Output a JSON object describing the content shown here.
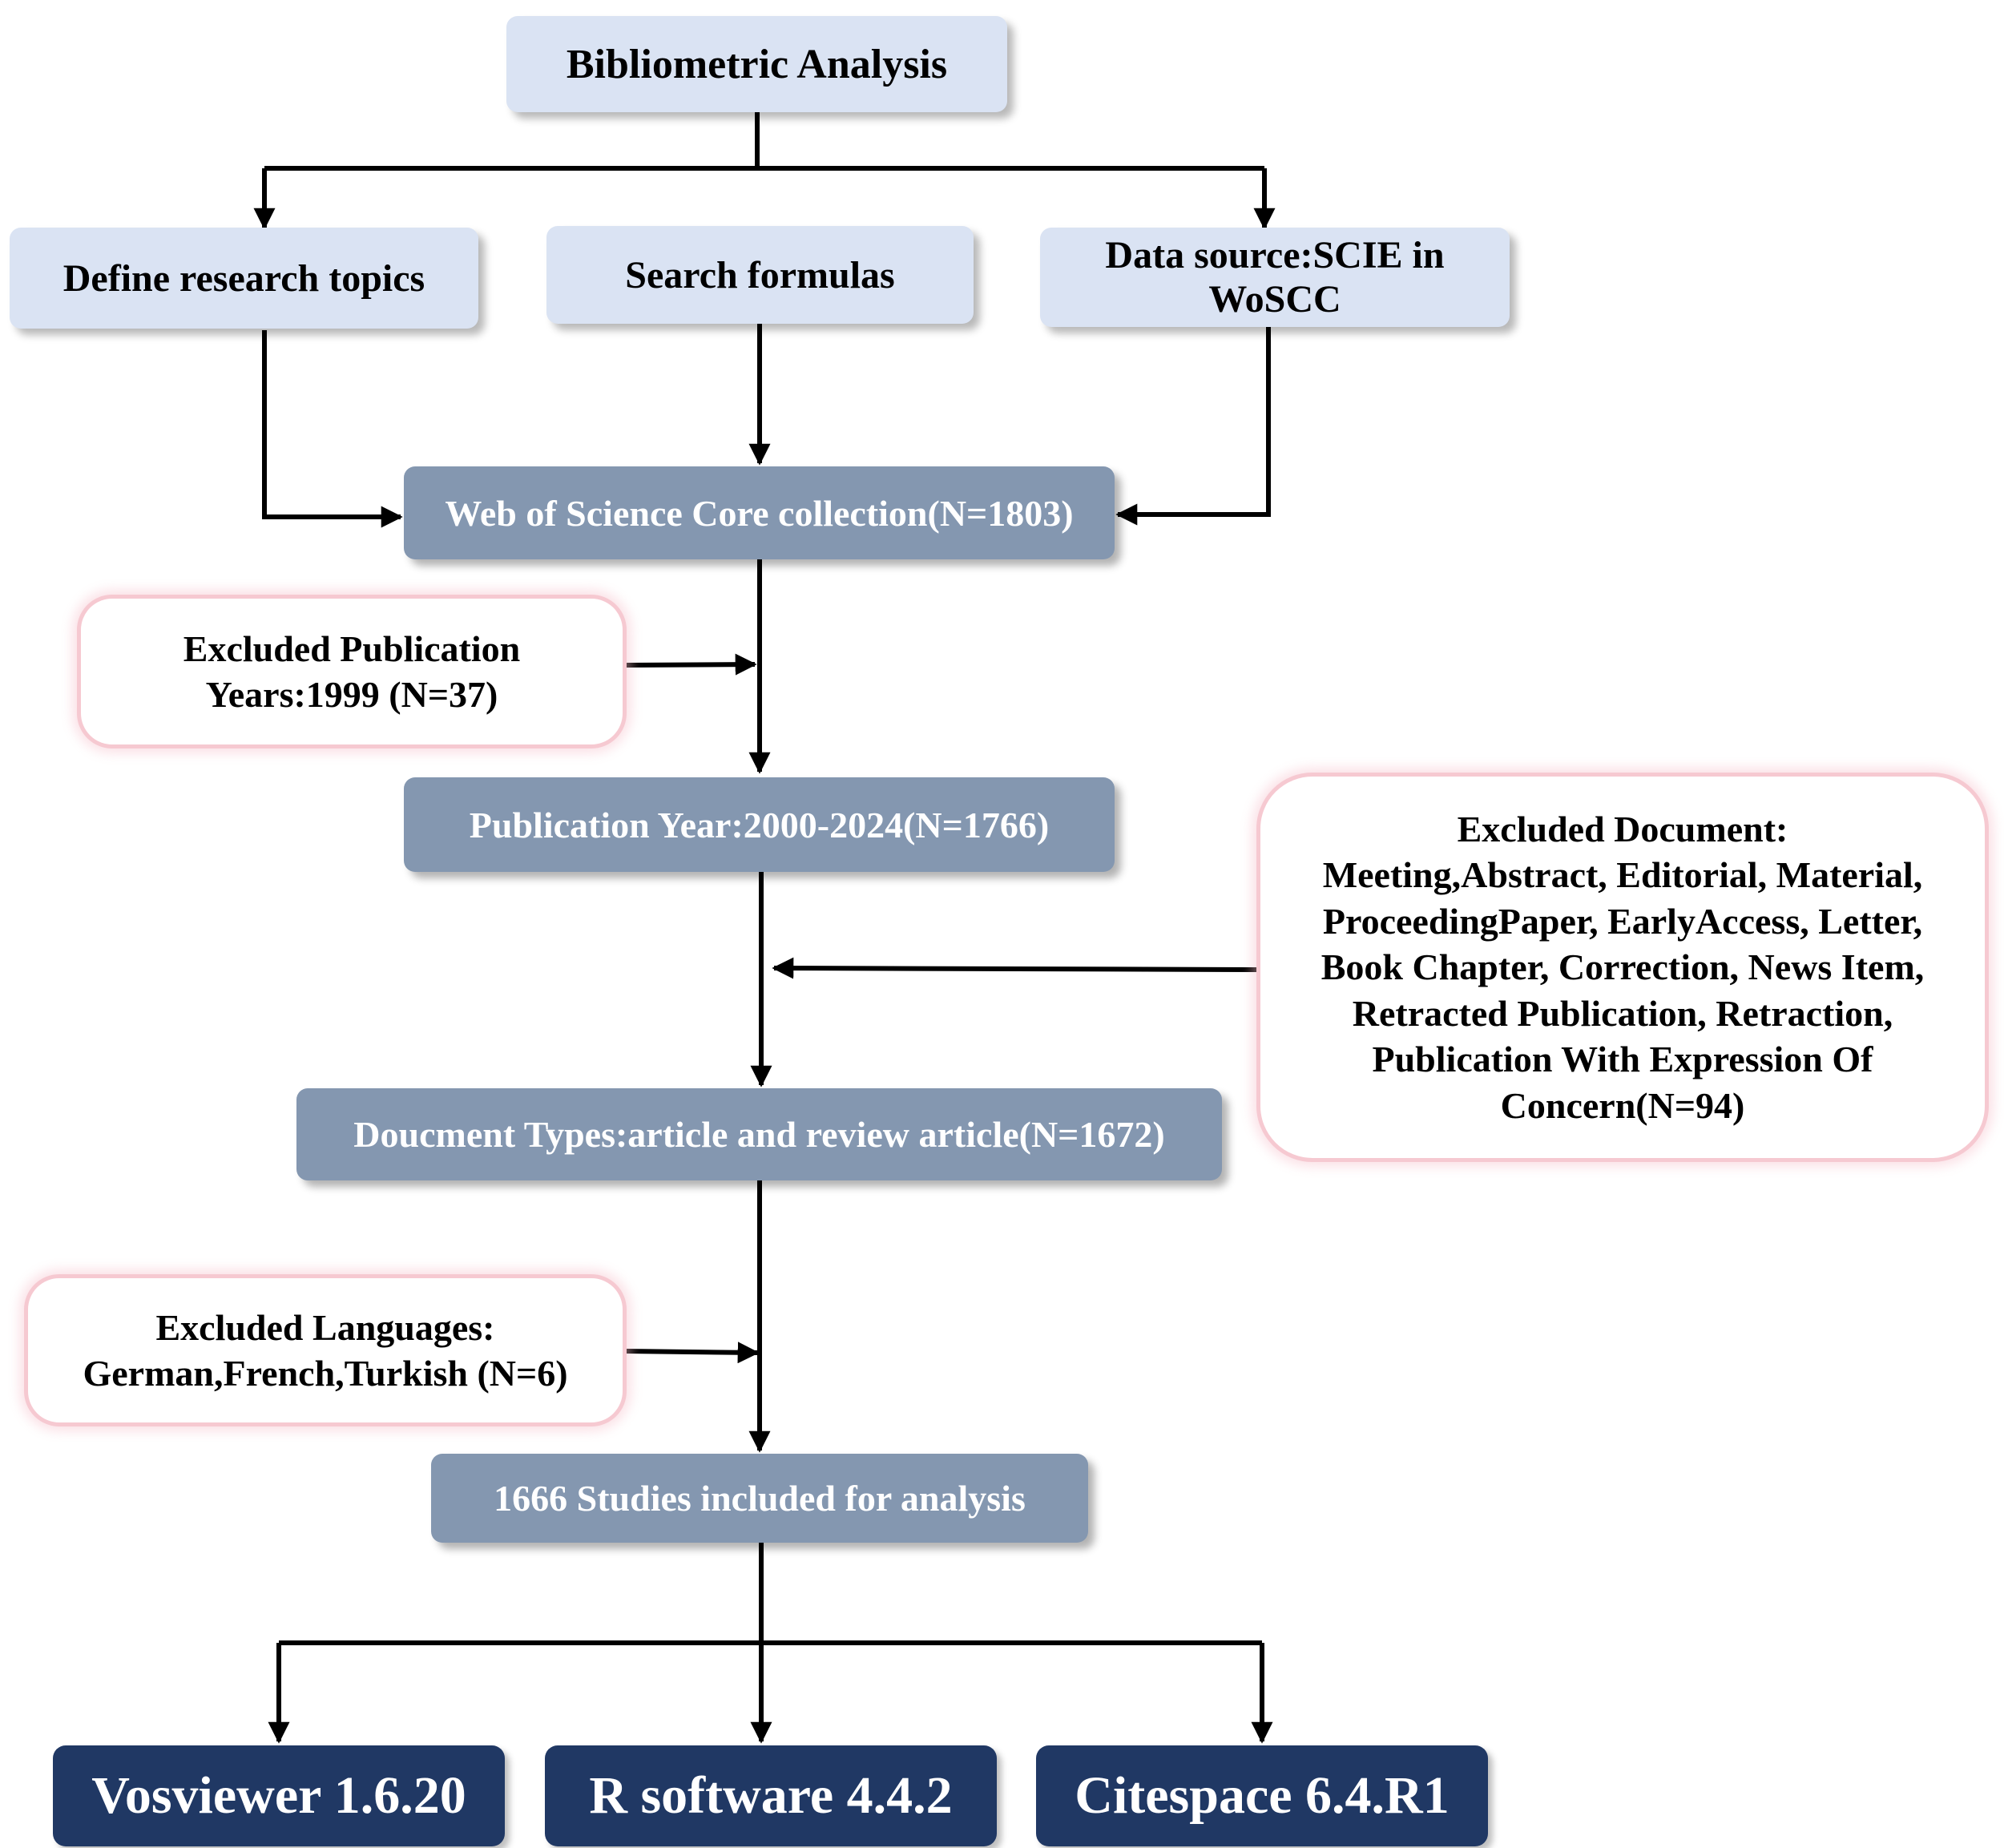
{
  "top": {
    "title": "Bibliometric Analysis"
  },
  "inputs": {
    "topics": "Define research topics",
    "formulas": "Search formulas",
    "source": "Data source:SCIE in WoSCC"
  },
  "steps": {
    "wos": "Web of Science Core collection(N=1803)",
    "years": "Publication Year:2000-2024(N=1766)",
    "types": "Doucment Types:article and review article(N=1672)",
    "final": "1666 Studies included for analysis"
  },
  "exclusions": {
    "years": [
      "Excluded Publication",
      "Years:1999 (N=37)"
    ],
    "documents": [
      "Excluded Document:",
      "Meeting,Abstract, Editorial, Material,",
      "ProceedingPaper, EarlyAccess, Letter,",
      "Book Chapter, Correction, News Item,",
      "Retracted Publication, Retraction,",
      "Publication With Expression Of",
      "Concern(N=94)"
    ],
    "languages": [
      "Excluded Languages:",
      "German,French,Turkish (N=6)"
    ]
  },
  "tools": {
    "vosviewer": "Vosviewer 1.6.20",
    "r": "R software 4.4.2",
    "citespace": "Citespace 6.4.R1"
  },
  "colors": {
    "light_box": "#dae3f3",
    "step_box": "#8497b0",
    "tool_box": "#203864",
    "exclusion_border": "#f6c9d1"
  }
}
